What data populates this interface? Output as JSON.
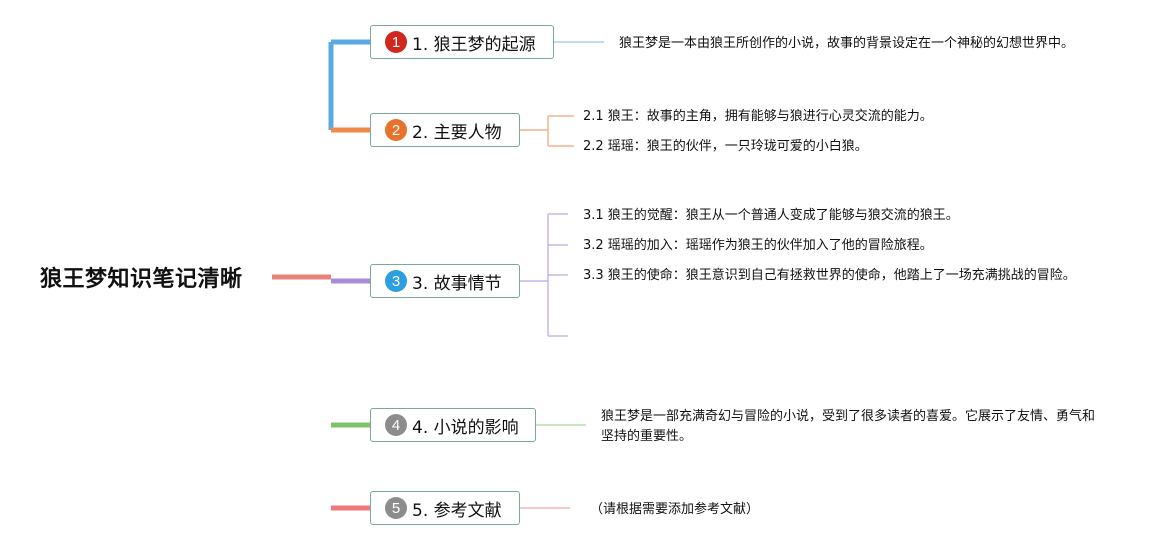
{
  "root": {
    "title": "狼王梦知识笔记清晰"
  },
  "colors": {
    "root_line": "#e8837a"
  },
  "branches": [
    {
      "badge": "1",
      "label": "1. 狼王梦的起源",
      "color": "#5aa9e0",
      "badge_color": "#d0281f",
      "notes": [
        "狼王梦是一本由狼王所创作的小说，故事的背景设定在一个神秘的幻想世界中。"
      ]
    },
    {
      "badge": "2",
      "label": "2. 主要人物",
      "color": "#f08a4b",
      "badge_color": "#e8722a",
      "notes": [
        "2.1 狼王：故事的主角，拥有能够与狼进行心灵交流的能力。",
        "2.2 瑶瑶：狼王的伙伴，一只玲珑可爱的小白狼。"
      ]
    },
    {
      "badge": "3",
      "label": "3. 故事情节",
      "color": "#a98cd6",
      "badge_color": "#2b9fe0",
      "notes": [
        "3.1 狼王的觉醒：狼王从一个普通人变成了能够与狼交流的狼王。",
        "3.2 瑶瑶的加入：瑶瑶作为狼王的伙伴加入了他的冒险旅程。",
        "3.3 狼王的使命：狼王意识到自己有拯救世界的使命，他踏上了一场充满挑战的冒险。",
        ""
      ]
    },
    {
      "badge": "4",
      "label": "4. 小说的影响",
      "color": "#7cc46a",
      "badge_color": "#8c8c8c",
      "notes": [
        "狼王梦是一部充满奇幻与冒险的小说，受到了很多读者的喜爱。它展示了友情、勇气和坚持的重要性。"
      ]
    },
    {
      "badge": "5",
      "label": "5. 参考文献",
      "color": "#ef7a7a",
      "badge_color": "#8c8c8c",
      "notes": [
        "（请根据需要添加参考文献）"
      ]
    }
  ]
}
